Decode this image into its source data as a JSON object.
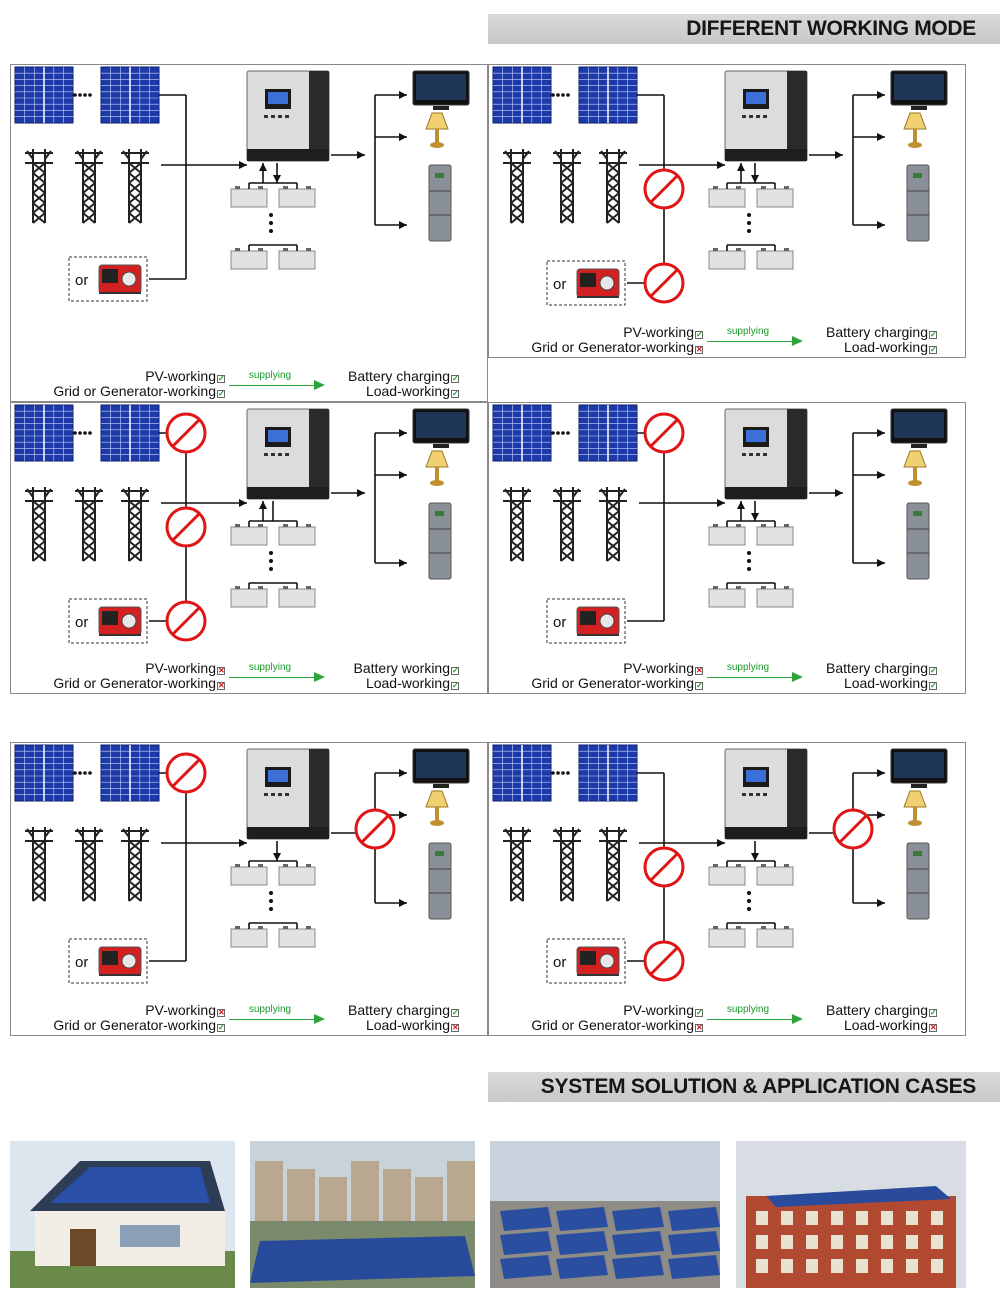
{
  "header": {
    "title": "DIFFERENT WORKING MODE"
  },
  "panels": [
    {
      "gen_label": "or",
      "pv": {
        "label": "PV-working",
        "status": "ok"
      },
      "grid": {
        "label": "Grid  or Generator-working",
        "status": "ok"
      },
      "arrow_label": "supplying",
      "battery": {
        "label": "Battery charging",
        "status": "ok"
      },
      "load": {
        "label": "Load-working",
        "status": "ok"
      }
    },
    {
      "gen_label": "or",
      "pv": {
        "label": "PV-working",
        "status": "ok"
      },
      "grid": {
        "label": "Grid  or Generator-working",
        "status": "no"
      },
      "arrow_label": "supplying",
      "battery": {
        "label": "Battery charging",
        "status": "ok"
      },
      "load": {
        "label": "Load-working",
        "status": "ok"
      }
    },
    {
      "gen_label": "or",
      "pv": {
        "label": "PV-working",
        "status": "no"
      },
      "grid": {
        "label": "Grid  or Generator-working",
        "status": "no"
      },
      "arrow_label": "supplying",
      "battery": {
        "label": "Battery working",
        "status": "ok"
      },
      "load": {
        "label": "Load-working",
        "status": "ok"
      }
    },
    {
      "gen_label": "or",
      "pv": {
        "label": "PV-working",
        "status": "no"
      },
      "grid": {
        "label": "Grid  or Generator-working",
        "status": "ok"
      },
      "arrow_label": "supplying",
      "battery": {
        "label": "Battery charging",
        "status": "ok"
      },
      "load": {
        "label": "Load-working",
        "status": "ok"
      }
    },
    {
      "gen_label": "or",
      "pv": {
        "label": "PV-working",
        "status": "no"
      },
      "grid": {
        "label": "Grid  or Generator-working",
        "status": "ok"
      },
      "arrow_label": "supplying",
      "battery": {
        "label": "Battery charging",
        "status": "ok"
      },
      "load": {
        "label": "Load-working",
        "status": "no"
      }
    },
    {
      "gen_label": "or",
      "pv": {
        "label": "PV-working",
        "status": "ok"
      },
      "grid": {
        "label": "Grid  or Generator-working",
        "status": "no"
      },
      "arrow_label": "supplying",
      "battery": {
        "label": "Battery charging",
        "status": "ok"
      },
      "load": {
        "label": "Load-working",
        "status": "no"
      }
    }
  ],
  "section2": {
    "title": "SYSTEM SOLUTION & APPLICATION CASES"
  },
  "photos": [
    "house-rooftop-photo",
    "campus-rooftop-photo",
    "ground-array-photo",
    "building-rooftop-photo"
  ],
  "colors": {
    "banner": "#d0d0d0",
    "ok": "#1a9a2a",
    "no": "#d01818",
    "arrow": "#2aa63a",
    "solar": "#1d3aa8"
  }
}
